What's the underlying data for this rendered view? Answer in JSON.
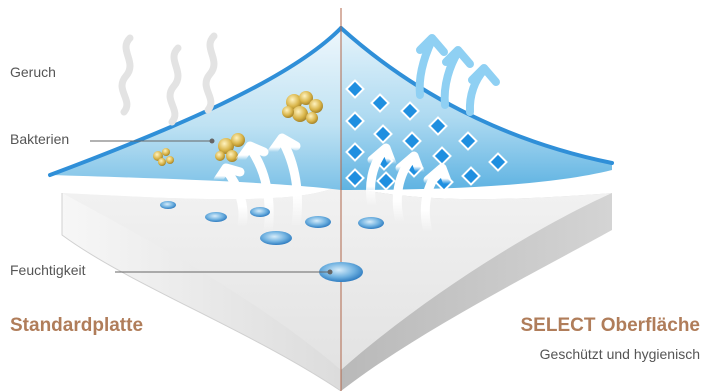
{
  "labels": {
    "odor": "Geruch",
    "bacteria": "Bakterien",
    "moisture": "Feuchtigkeit"
  },
  "left_panel": {
    "title": "Standardplatte"
  },
  "right_panel": {
    "title": "SELECT Oberfläche",
    "subtitle": "Geschützt und hygienisch"
  },
  "colors": {
    "title": "#b07d5a",
    "label_text": "#555555",
    "film_edge": "#2f8fd8",
    "film_fill": "#8ccbea",
    "diamond": "#1f8fe0",
    "vapor_arrow": "#7fc8f0",
    "moisture_drop": "#3a86c8",
    "center_line": "#b0664a"
  },
  "icons": {
    "odor": "odor-wave-icon",
    "bacteria": "bacteria-cluster-icon",
    "moisture": "water-droplet-icon",
    "protection": "protection-diamond-icon",
    "vapor": "vapor-arrow-icon"
  }
}
